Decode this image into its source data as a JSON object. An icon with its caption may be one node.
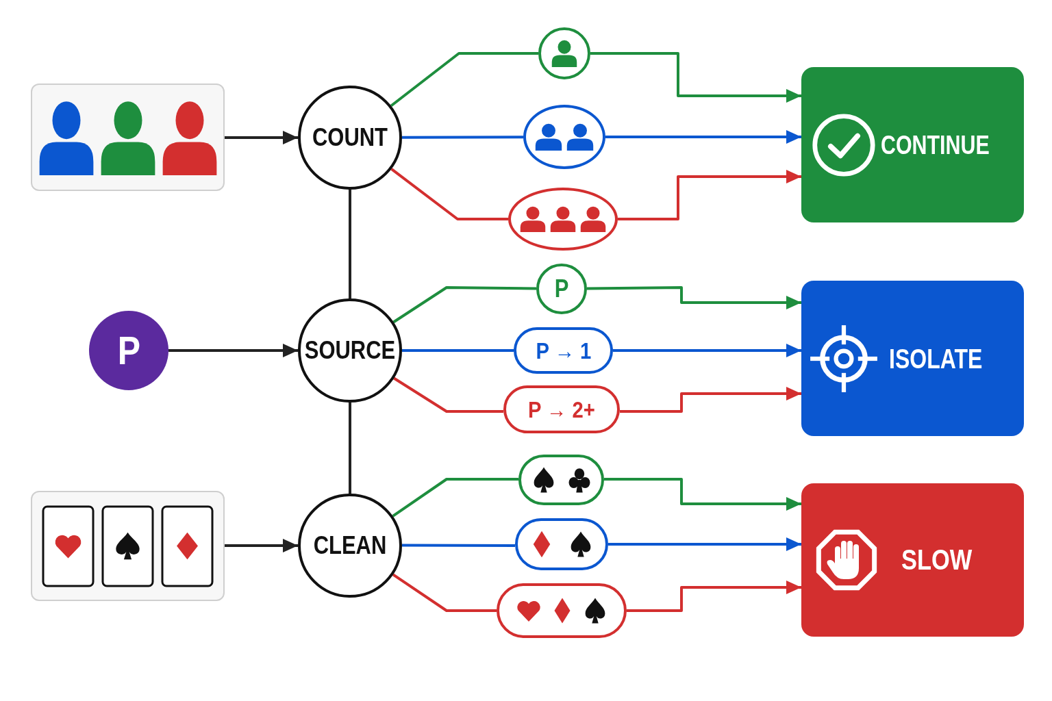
{
  "diagram": {
    "nodes": [
      {
        "text": [],
        "shape": "box"
      },
      {
        "text": [
          "COUNT"
        ]
      },
      {
        "text": [
          "P"
        ]
      },
      {
        "text": [
          "SOURCE"
        ]
      },
      {
        "text": [],
        "shape": "box"
      },
      {
        "text": [
          "CLEAN"
        ]
      },
      {
        "text": [],
        "shape": "circle"
      },
      {
        "text": [],
        "shape": "ellipse"
      },
      {
        "text": [],
        "shape": "ellipse"
      },
      {
        "text": [
          "P"
        ]
      },
      {
        "text": [
          "P → 1"
        ]
      },
      {
        "text": [
          "P → 2+"
        ]
      },
      {
        "text": [],
        "shape": "pill"
      },
      {
        "text": [],
        "shape": "pill"
      },
      {
        "text": [],
        "shape": "pill"
      },
      {
        "text": [
          "CONTINUE"
        ]
      },
      {
        "text": [
          "ISOLATE"
        ]
      },
      {
        "text": [
          "SLOW"
        ]
      }
    ],
    "edges": [
      {
        "from": 0,
        "to": 1,
        "arrow": "to",
        "color": "#222222"
      },
      {
        "from": 2,
        "to": 3,
        "arrow": "to",
        "color": "#222222"
      },
      {
        "from": 4,
        "to": 5,
        "arrow": "to",
        "color": "#222222"
      },
      {
        "from": 1,
        "to": 3,
        "arrow": "none",
        "color": "#222222"
      },
      {
        "from": 3,
        "to": 5,
        "arrow": "none",
        "color": "#222222"
      },
      {
        "from": 1,
        "to": 6,
        "arrow": "none",
        "color": "#1e8e3e"
      },
      {
        "from": 6,
        "to": 15,
        "arrow": "to",
        "color": "#1e8e3e"
      },
      {
        "from": 1,
        "to": 7,
        "arrow": "none",
        "color": "#0b57d0"
      },
      {
        "from": 7,
        "to": 15,
        "arrow": "to",
        "color": "#0b57d0"
      },
      {
        "from": 1,
        "to": 8,
        "arrow": "none",
        "color": "#d32f2f"
      },
      {
        "from": 8,
        "to": 15,
        "arrow": "to",
        "color": "#d32f2f"
      },
      {
        "from": 3,
        "to": 9,
        "arrow": "none",
        "color": "#1e8e3e"
      },
      {
        "from": 9,
        "to": 16,
        "arrow": "to",
        "color": "#1e8e3e"
      },
      {
        "from": 3,
        "to": 10,
        "arrow": "none",
        "color": "#0b57d0"
      },
      {
        "from": 10,
        "to": 16,
        "arrow": "to",
        "color": "#0b57d0"
      },
      {
        "from": 3,
        "to": 11,
        "arrow": "none",
        "color": "#d32f2f"
      },
      {
        "from": 11,
        "to": 16,
        "arrow": "to",
        "color": "#d32f2f"
      },
      {
        "from": 5,
        "to": 12,
        "arrow": "none",
        "color": "#1e8e3e"
      },
      {
        "from": 12,
        "to": 17,
        "arrow": "to",
        "color": "#1e8e3e"
      },
      {
        "from": 5,
        "to": 13,
        "arrow": "none",
        "color": "#0b57d0"
      },
      {
        "from": 13,
        "to": 17,
        "arrow": "to",
        "color": "#0b57d0"
      },
      {
        "from": 5,
        "to": 14,
        "arrow": "none",
        "color": "#d32f2f"
      },
      {
        "from": 14,
        "to": 17,
        "arrow": "to",
        "color": "#d32f2f"
      }
    ]
  }
}
